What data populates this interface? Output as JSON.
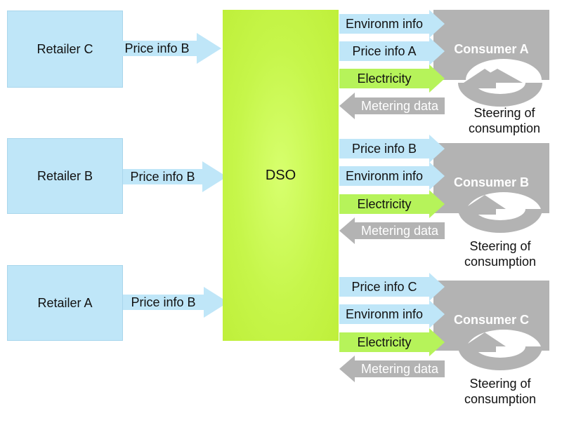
{
  "colors": {
    "retailer_fill": "#bfe6f8",
    "dso_fill": "#c8f74a",
    "info_arrow": "#bfe6f8",
    "electricity_arrow": "#b6f35a",
    "grey": "#b3b3b3"
  },
  "retailers": [
    {
      "name": "Retailer C",
      "arrow_label": "Price info B"
    },
    {
      "name": "Retailer B",
      "arrow_label": "Price info B"
    },
    {
      "name": "Retailer A",
      "arrow_label": "Price info B"
    }
  ],
  "dso": {
    "label": "DSO"
  },
  "consumers": [
    {
      "name": "Consumer A",
      "arrows": [
        "Environm info",
        "Price info A",
        "Electricity"
      ],
      "metering": "Metering data",
      "steering": [
        "Steering of",
        "consumption"
      ],
      "icon": "curved-arrow-icon"
    },
    {
      "name": "Consumer B",
      "arrows": [
        "Price info B",
        "Environm info",
        "Electricity"
      ],
      "metering": "Metering data",
      "steering": [
        "Steering of",
        "consumption"
      ],
      "icon": "curved-arrow-icon"
    },
    {
      "name": "Consumer C",
      "arrows": [
        "Price info C",
        "Environm info",
        "Electricity"
      ],
      "metering": "Metering data",
      "steering": [
        "Steering of",
        "consumption"
      ],
      "icon": "curved-arrow-icon"
    }
  ]
}
